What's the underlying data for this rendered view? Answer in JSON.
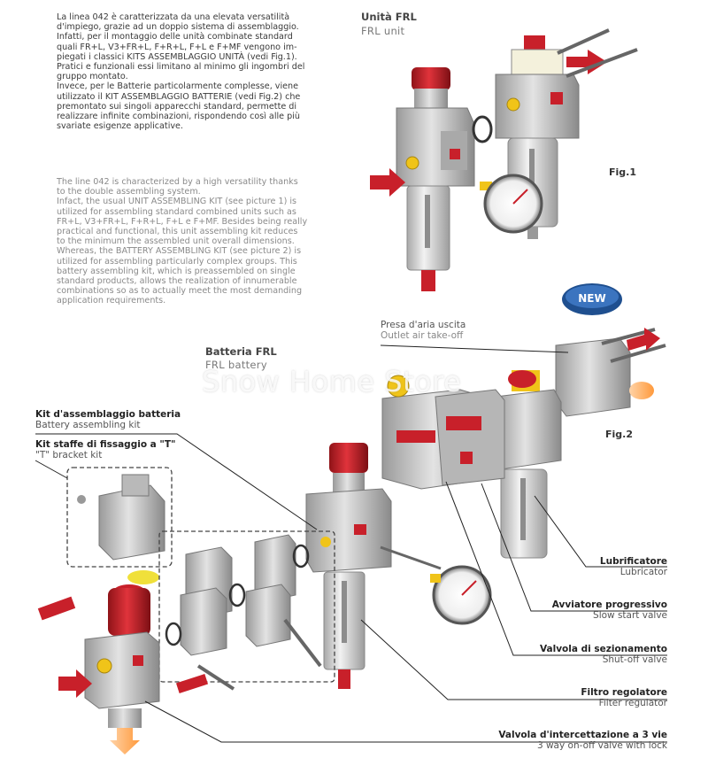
{
  "intro": {
    "italian": [
      "La linea 042 è caratterizzata da una elevata versatilità",
      "d'impiego, grazie ad un doppio sistema di assemblaggio.",
      "Infatti, per il montaggio delle unità combinate standard",
      "quali FR+L, V3+FR+L, F+R+L, F+L e F+MF vengono im-",
      "piegati i classici KITS ASSEMBLAGGIO UNITÀ (vedi Fig.1).",
      "Pratici e funzionali essi limitano al minimo gli ingombri del",
      "gruppo montato.",
      "Invece, per le Batterie particolarmente complesse, viene",
      "utilizzato il KIT ASSEMBLAGGIO BATTERIE (vedi Fig.2) che",
      "premontato sui singoli apparecchi standard, permette di",
      "realizzare infinite combinazioni, rispondendo così alle più",
      "svariate esigenze applicative."
    ],
    "english": [
      "The line 042 is characterized by a high versatility thanks",
      "to the double assembling system.",
      "Infact, the usual UNIT ASSEMBLING KIT (see picture 1) is",
      "utilized for assembling standard combined units such as",
      "FR+L, V3+FR+L, F+R+L, F+L e F+MF. Besides being really",
      "practical and functional, this unit assembling kit reduces",
      "to the minimum the assembled unit overall dimensions.",
      "Whereas, the BATTERY ASSEMBLING KIT (see picture 2) is",
      "utilized for assembling particularly complex groups. This",
      "battery assembling kit, which is preassembled on single",
      "standard products, allows the realization of innumerable",
      "combinations so as to actually meet the most demanding",
      "application requirements."
    ]
  },
  "fig1": {
    "title_it": "Unità FRL",
    "title_en": "FRL unit",
    "label": "Fig.1"
  },
  "fig2": {
    "title_it": "Batteria FRL",
    "title_en": "FRL battery",
    "label": "Fig.2",
    "badge": "NEW"
  },
  "callouts": {
    "outlet": {
      "it": "Presa d'aria uscita",
      "en": "Outlet air take-off"
    },
    "battery_kit": {
      "it": "Kit d'assemblaggio batteria",
      "en": "Battery assembling kit"
    },
    "bracket_kit": {
      "it": "Kit staffe di fissaggio a \"T\"",
      "en": "\"T\" bracket kit"
    },
    "lubricator": {
      "it": "Lubrificatore",
      "en": "Lubricator"
    },
    "slow_start": {
      "it": "Avviatore progressivo",
      "en": "Slow start valve"
    },
    "shutoff": {
      "it": "Valvola di sezionamento",
      "en": "Shut-off valve"
    },
    "filter_reg": {
      "it": "Filtro regolatore",
      "en": "Filter regulator"
    },
    "three_way": {
      "it": "Valvola d'intercettazione a 3 vie",
      "en": "3 way on-off valve with lock"
    }
  },
  "watermark": "Snow Home Store",
  "colors": {
    "body_grey": "#bdbdbd",
    "dark_grey": "#8e8e8e",
    "red": "#c8202a",
    "yellow": "#f0c419",
    "badge_blue": "#1f4f8f"
  }
}
